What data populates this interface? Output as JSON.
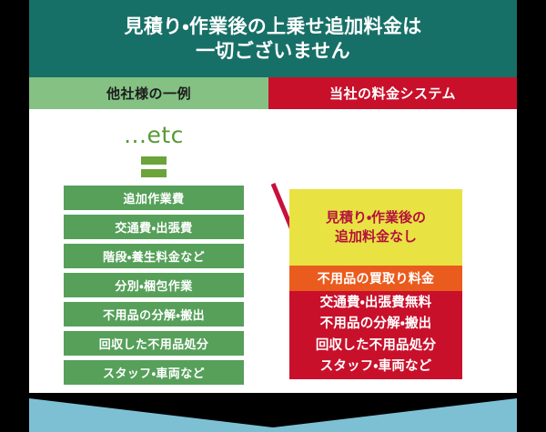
{
  "header": {
    "title": "見積り・作業後の上乗せ追加料金は\n一切ございません",
    "bg_color": "#177067"
  },
  "tabs": [
    {
      "label": "他社様の一例",
      "bg_color": "#84c183",
      "text_color": "#1d1d1d"
    },
    {
      "label": "当社の料金システム",
      "bg_color": "#c8102b",
      "text_color": "#ffffff"
    }
  ],
  "left_column": {
    "etc_label": "...etc",
    "etc_color": "#599a36",
    "equals_color": "#6ba43a",
    "item_bg_color": "#56a05a",
    "items": [
      {
        "label": "追加作業費"
      },
      {
        "label": "交通費・出張費"
      },
      {
        "label": "階段・養生料金など"
      },
      {
        "label": "分別・梱包作業"
      },
      {
        "label": "不用品の分解・搬出"
      },
      {
        "label": "回収した不用品処分"
      },
      {
        "label": "スタッフ・車両など"
      }
    ]
  },
  "arrow": {
    "name": "diagonal-arrow",
    "color": "#c8103c"
  },
  "right_column": {
    "highlight": {
      "text": "見積り・作業後の\n追加料金なし",
      "bg_color": "#e8e242",
      "text_color": "#b4123c"
    },
    "band": {
      "text": "不用品の買取り料金",
      "bg_color": "#ea5b1e",
      "text_color": "#ffffff"
    },
    "included": {
      "text": "交通費・出張費無料\n不用品の分解・搬出\n回収した不用品処分\nスタッフ・車両など",
      "bg_color": "#c8102b",
      "text_color": "#ffffff"
    }
  },
  "footer": {
    "chevron_color": "#7dc0d4"
  }
}
